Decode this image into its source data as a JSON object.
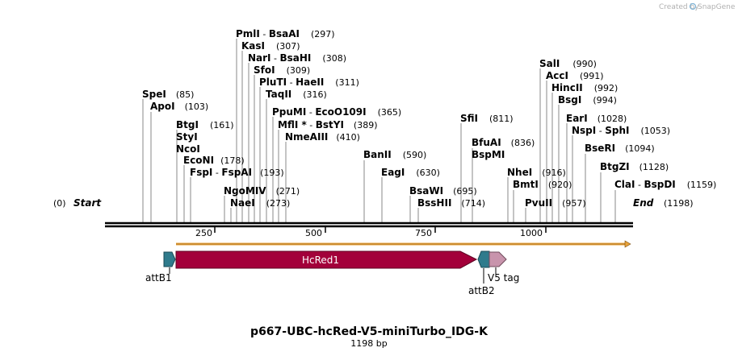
{
  "watermark": "Created by",
  "brand": "SnapGene",
  "plasmid": {
    "name": "p667-UBC-hcRed-V5-miniTurbo_IDG-K",
    "length_label": "1198 bp",
    "length": 1198
  },
  "ends": {
    "start_pos": "(0)",
    "start_label": "Start",
    "end_label": "End",
    "end_pos": "(1198)"
  },
  "ticks": [
    "250",
    "500",
    "750",
    "1000"
  ],
  "sites": [
    {
      "name": "SpeI",
      "pos": "(85)"
    },
    {
      "name": "ApoI",
      "pos": "(103)"
    },
    {
      "name": "BtgI",
      "pos": "(161)"
    },
    {
      "name": "StyI",
      "pos": ""
    },
    {
      "name": "NcoI",
      "pos": ""
    },
    {
      "name": "EcoNI",
      "pos": "(178)"
    },
    {
      "name": "FspI",
      "pos": "(193)",
      "prefix": "",
      "name2": "FspAI"
    },
    {
      "name": "NgoMIV",
      "pos": "(271)"
    },
    {
      "name": "NaeI",
      "pos": "(273)"
    },
    {
      "name": "PmlI",
      "name2": "BsaAI",
      "pos": "(297)"
    },
    {
      "name": "KasI",
      "pos": "(307)"
    },
    {
      "name": "NarI",
      "name2": "BsaHI",
      "pos": "(308)"
    },
    {
      "name": "SfoI",
      "pos": "(309)"
    },
    {
      "name": "PluTI",
      "name2": "HaeII",
      "pos": "(311)"
    },
    {
      "name": "TaqII",
      "pos": "(316)"
    },
    {
      "name": "PpuMI",
      "name2": "EcoO109I",
      "pos": "(365)"
    },
    {
      "name": "MflI *",
      "name2": "BstYI",
      "pos": "(389)"
    },
    {
      "name": "NmeAIII",
      "pos": "(410)"
    },
    {
      "name": "BanII",
      "pos": "(590)"
    },
    {
      "name": "EagI",
      "pos": "(630)"
    },
    {
      "name": "BsaWI",
      "pos": "(695)"
    },
    {
      "name": "BssHII",
      "pos": "(714)"
    },
    {
      "name": "SfiI",
      "pos": "(811)"
    },
    {
      "name": "BfuAI",
      "pos": "(836)"
    },
    {
      "name": "BspMI",
      "pos": ""
    },
    {
      "name": "NheI",
      "pos": "(916)"
    },
    {
      "name": "BmtI",
      "pos": "(920)"
    },
    {
      "name": "PvuII",
      "pos": "(957)"
    },
    {
      "name": "SalI",
      "pos": "(990)"
    },
    {
      "name": "AccI",
      "pos": "(991)"
    },
    {
      "name": "HincII",
      "pos": "(992)"
    },
    {
      "name": "BsgI",
      "pos": "(994)"
    },
    {
      "name": "EarI",
      "pos": "(1028)"
    },
    {
      "name": "NspI",
      "name2": "SphI",
      "pos": "(1053)"
    },
    {
      "name": "BseRI",
      "pos": "(1094)"
    },
    {
      "name": "BtgZI",
      "pos": "(1128)"
    },
    {
      "name": "ClaI",
      "name2": "BspDI",
      "pos": "(1159)"
    }
  ],
  "features": {
    "attB1": "attB1",
    "hcred": "HcRed1",
    "attB2": "attB2",
    "v5": "V5 tag"
  },
  "colors": {
    "hcred": "#a3003a",
    "att": "#2f7b8c",
    "v5": "#c894ac",
    "orf": "#e8a33a"
  }
}
